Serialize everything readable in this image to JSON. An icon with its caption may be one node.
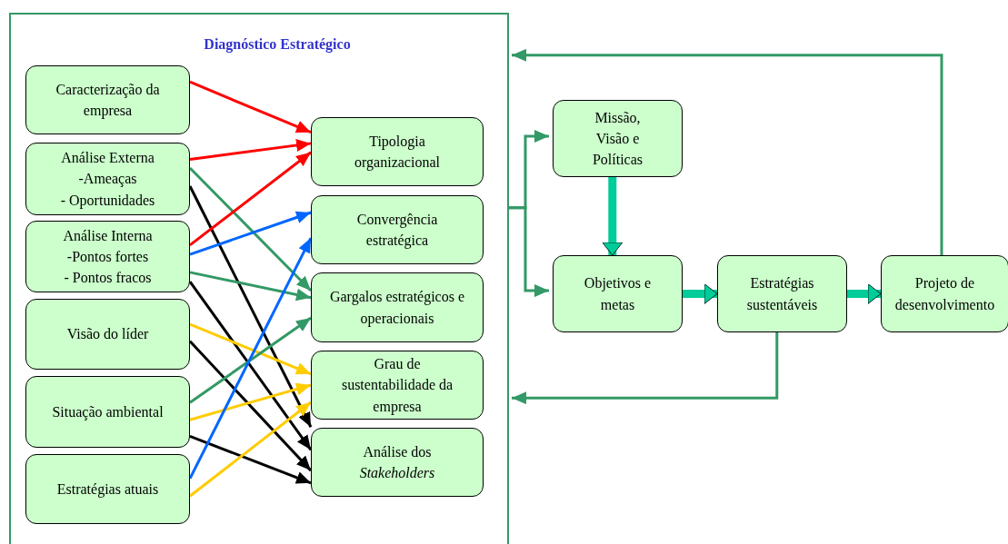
{
  "diagram": {
    "nodes": [
      {
        "text": [
          "Diagnóstico Estratégico"
        ]
      },
      {
        "text": [
          "Caracterização da empresa"
        ],
        "in": 0
      },
      {
        "text": [
          "Análise Externa",
          "-Ameaças",
          "- Oportunidades"
        ],
        "in": 0
      },
      {
        "text": [
          "Análise Interna",
          "-Pontos fortes",
          "- Pontos fracos"
        ],
        "in": 0
      },
      {
        "text": [
          "Visão do líder"
        ],
        "in": 0
      },
      {
        "text": [
          "Situação ambiental"
        ],
        "in": 0
      },
      {
        "text": [
          "Estratégias atuais"
        ],
        "in": 0
      },
      {
        "text": [
          "Tipologia organizacional"
        ],
        "in": 0
      },
      {
        "text": [
          "Convergência estratégica"
        ],
        "in": 0
      },
      {
        "text": [
          "Gargalos estratégicos e operacionais"
        ],
        "in": 0
      },
      {
        "text": [
          "Grau de sustentabilidade da empresa"
        ],
        "in": 0
      },
      {
        "text": [
          "Análise dos *Stakeholders*"
        ],
        "in": 0
      },
      {
        "text": [
          "Missão, Visão e Políticas"
        ]
      },
      {
        "text": [
          "Objetivos e metas"
        ]
      },
      {
        "text": [
          "Estratégias sustentáveis"
        ]
      },
      {
        "text": [
          "Projeto de desenvolvimento"
        ]
      }
    ],
    "edges": [
      {
        "from": 1,
        "to": 7,
        "arrow": "to",
        "color": "#ff0000"
      },
      {
        "from": 2,
        "to": 7,
        "arrow": "to",
        "color": "#ff0000"
      },
      {
        "from": 2,
        "to": 9,
        "arrow": "to"
      },
      {
        "from": 2,
        "to": 11,
        "arrow": "to",
        "color": "#000000"
      },
      {
        "from": 3,
        "to": 7,
        "arrow": "to",
        "color": "#ff0000"
      },
      {
        "from": 3,
        "to": 8,
        "arrow": "to",
        "color": "#0066ff"
      },
      {
        "from": 3,
        "to": 9,
        "arrow": "to"
      },
      {
        "from": 3,
        "to": 11,
        "arrow": "to",
        "color": "#000000"
      },
      {
        "from": 4,
        "to": 10,
        "arrow": "to",
        "color": "#ffcc00"
      },
      {
        "from": 4,
        "to": 11,
        "arrow": "to",
        "color": "#000000"
      },
      {
        "from": 5,
        "to": 9,
        "arrow": "to"
      },
      {
        "from": 5,
        "to": 10,
        "arrow": "to",
        "color": "#ffcc00"
      },
      {
        "from": 5,
        "to": 11,
        "arrow": "to",
        "color": "#000000"
      },
      {
        "from": 6,
        "to": 8,
        "arrow": "to",
        "color": "#0066ff"
      },
      {
        "from": 6,
        "to": 10,
        "arrow": "to",
        "color": "#ffcc00"
      },
      {
        "from": 0,
        "to": 12,
        "arrow": "to"
      },
      {
        "from": 0,
        "to": 13,
        "arrow": "to"
      },
      {
        "from": 12,
        "to": 13,
        "arrow": "to",
        "style": "thick",
        "color": "#00cc99"
      },
      {
        "from": 13,
        "to": 14,
        "arrow": "to",
        "style": "thick",
        "color": "#00cc99"
      },
      {
        "from": 14,
        "to": 15,
        "arrow": "to",
        "style": "thick",
        "color": "#00cc99"
      },
      {
        "from": 15,
        "to": 0,
        "arrow": "to"
      },
      {
        "from": 14,
        "to": 0,
        "arrow": "to"
      }
    ]
  }
}
